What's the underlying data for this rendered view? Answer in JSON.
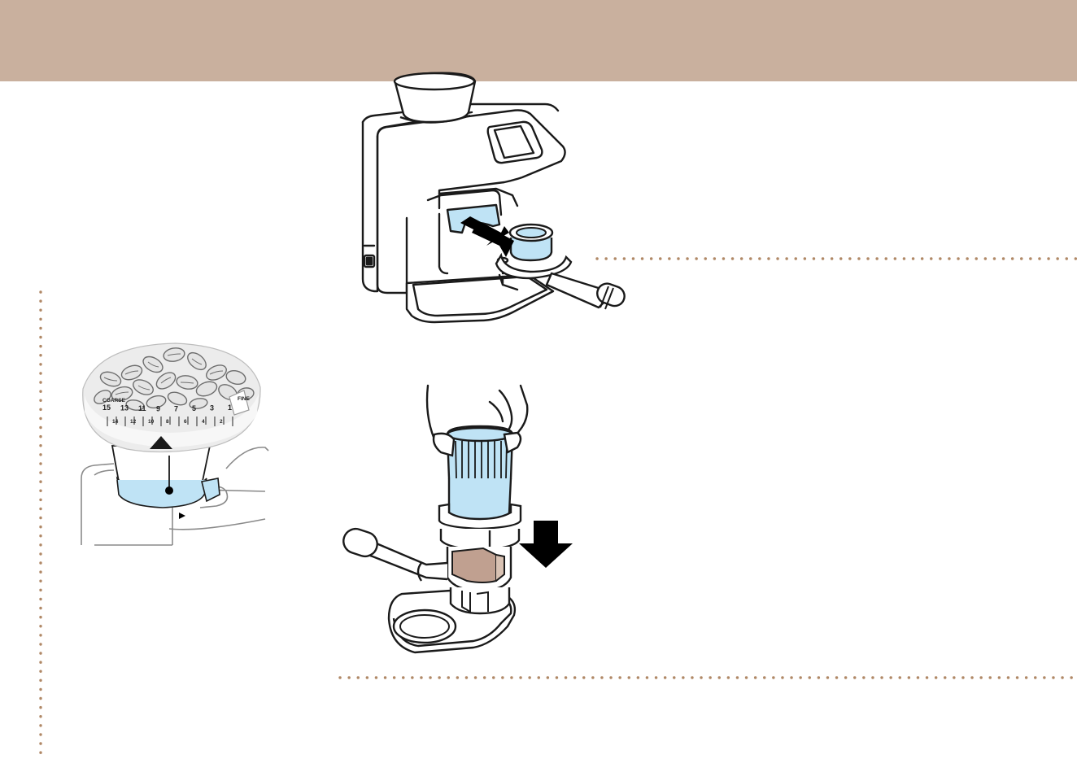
{
  "page": {
    "header_color": "#c9b09e",
    "accent_blue": "#bfe3f5",
    "accent_brown": "#c0a090",
    "dot_color": "#b08866",
    "line_color": "#1a1a1a"
  },
  "grinder_dial": {
    "coarse_label": "COARSE",
    "fine_label": "FINE",
    "major_numbers": [
      "15",
      "13",
      "11",
      "9",
      "7",
      "5",
      "3",
      "1"
    ],
    "minor_numbers": [
      "14",
      "12",
      "10",
      "8",
      "6",
      "4",
      "2"
    ]
  }
}
